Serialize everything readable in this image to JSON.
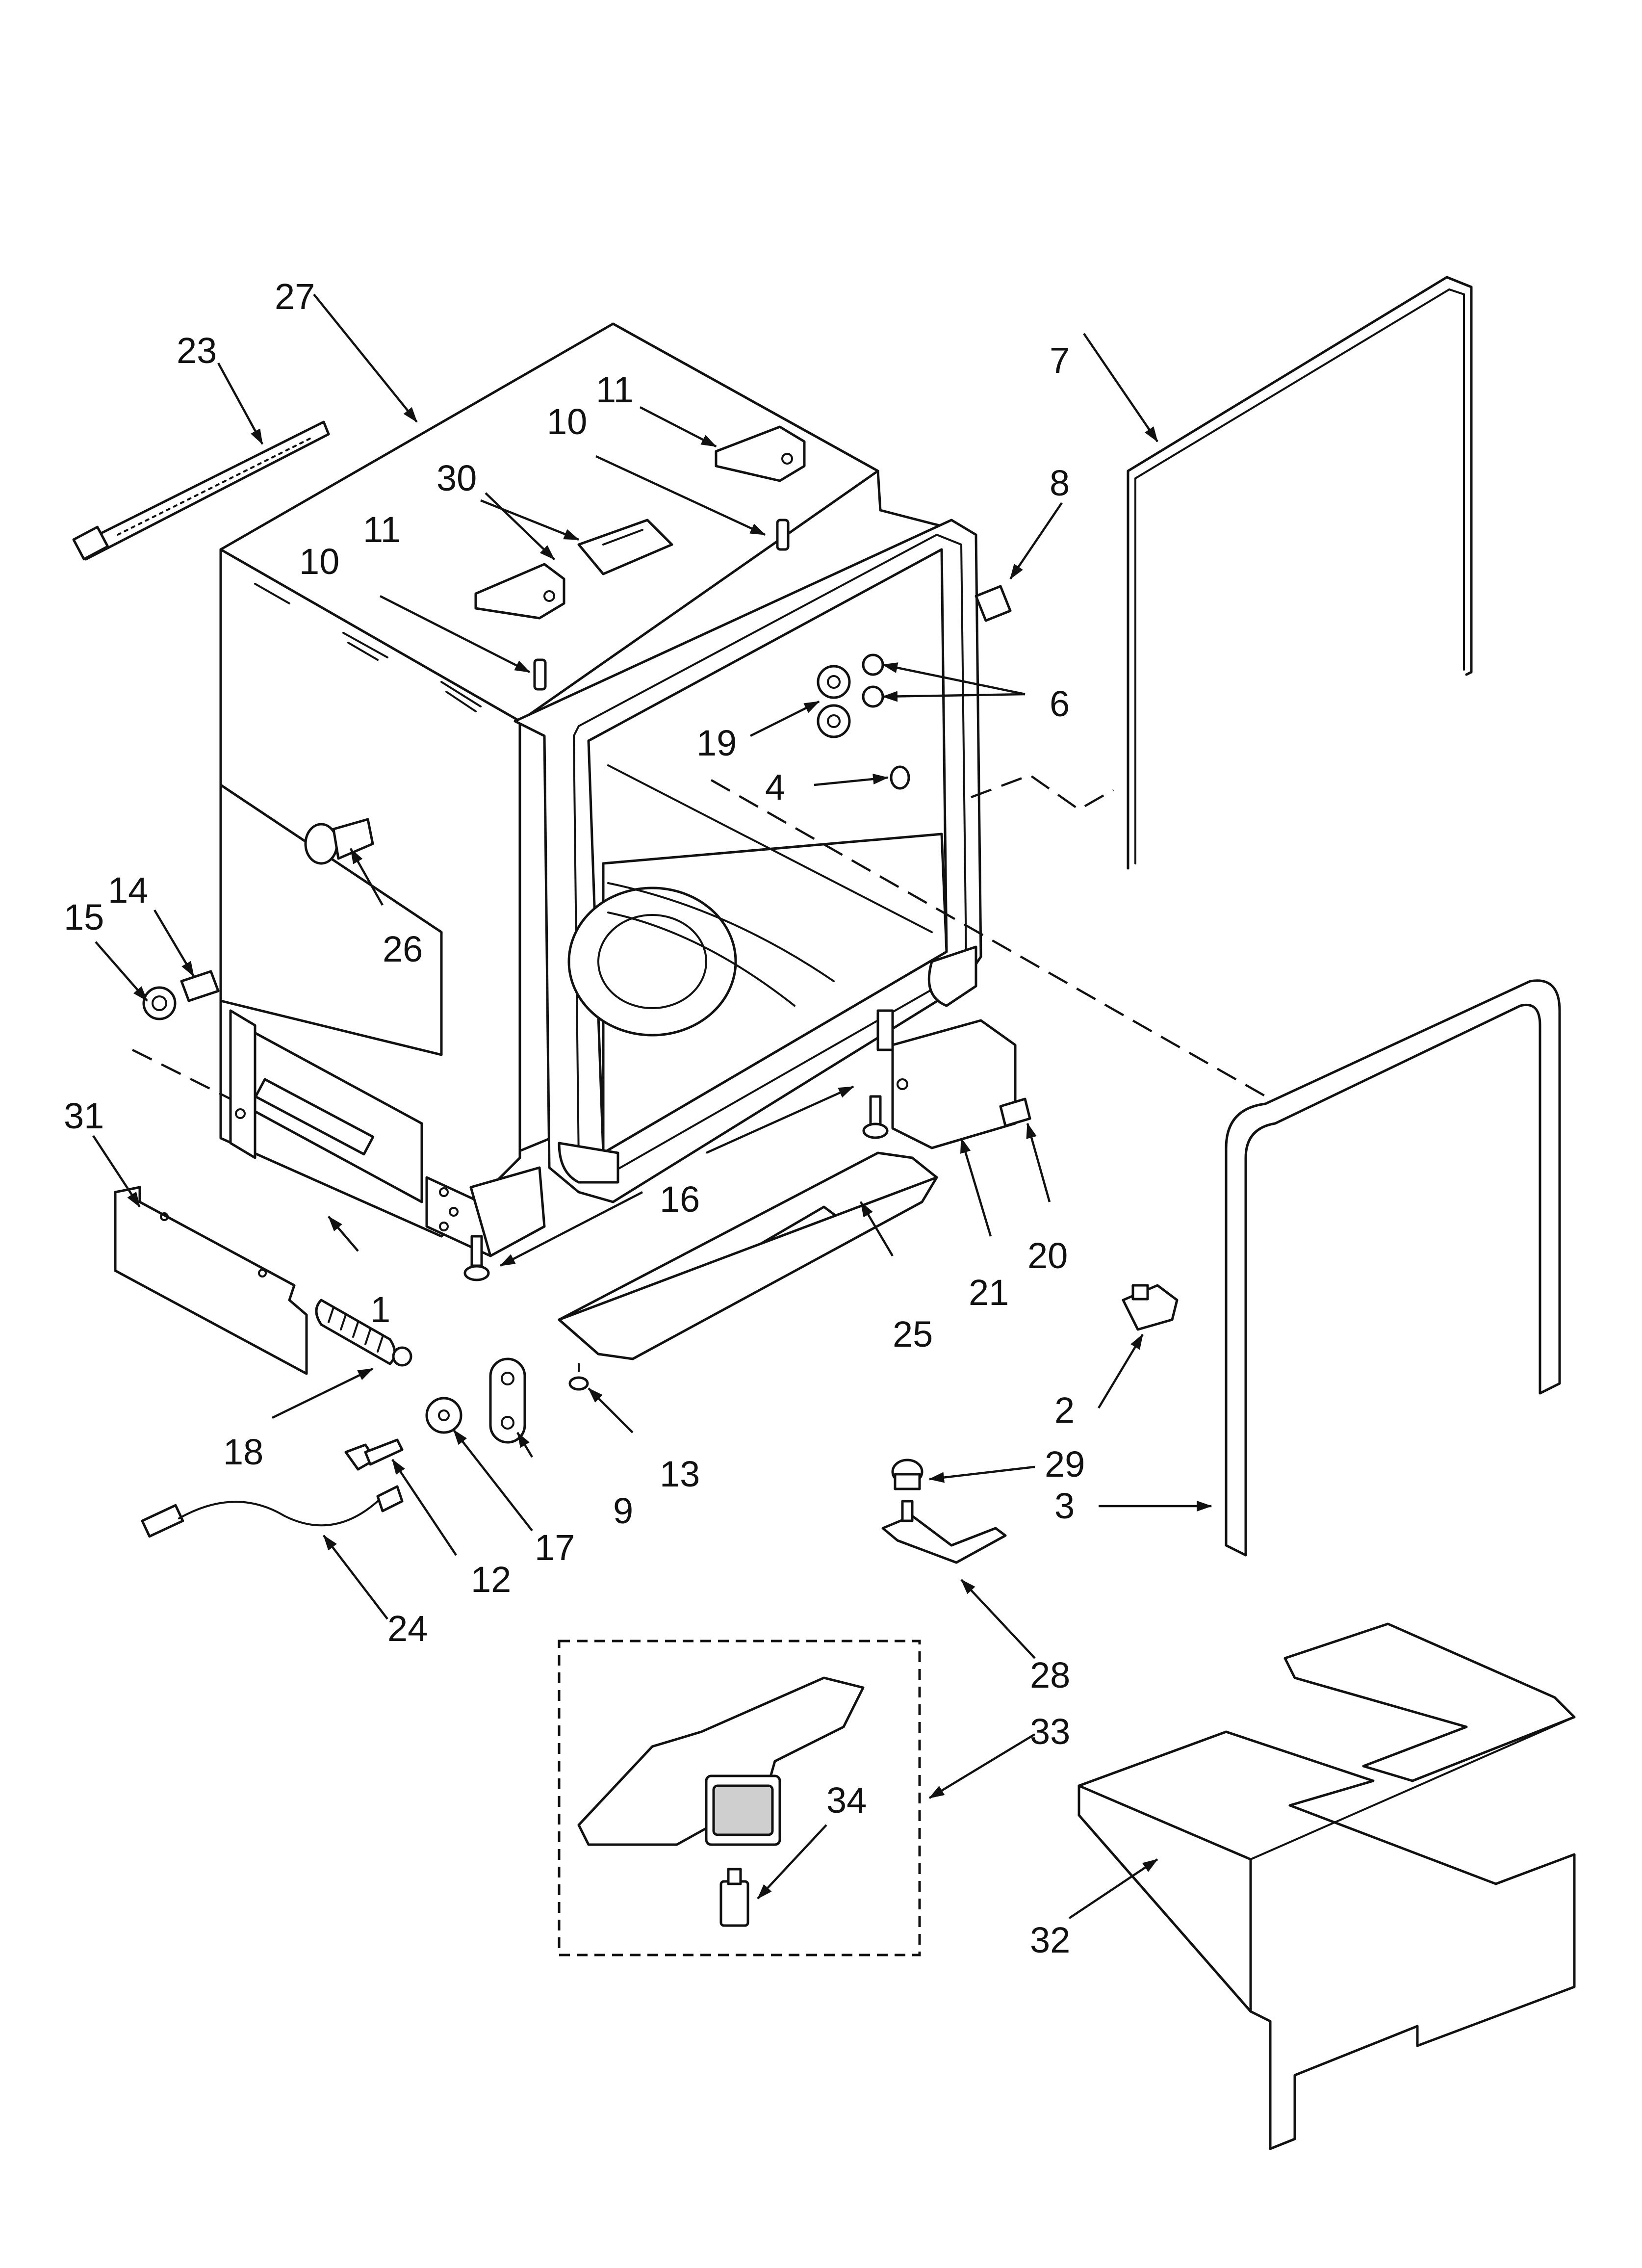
{
  "diagram": {
    "callouts": {
      "c1": "1",
      "c2": "2",
      "c3": "3",
      "c4": "4",
      "c6": "6",
      "c7": "7",
      "c8": "8",
      "c9": "9",
      "c10a": "10",
      "c10b": "10",
      "c11a": "11",
      "c11b": "11",
      "c12": "12",
      "c13": "13",
      "c14": "14",
      "c15": "15",
      "c16": "16",
      "c17": "17",
      "c18": "18",
      "c19": "19",
      "c20": "20",
      "c21": "21",
      "c23": "23",
      "c24": "24",
      "c25": "25",
      "c26": "26",
      "c27": "27",
      "c28": "28",
      "c29": "29",
      "c30": "30",
      "c31": "31",
      "c32": "32",
      "c33": "33",
      "c34": "34"
    },
    "colors": {
      "line": "#111111",
      "background": "#ffffff",
      "shade": "#cfcfcf"
    }
  }
}
